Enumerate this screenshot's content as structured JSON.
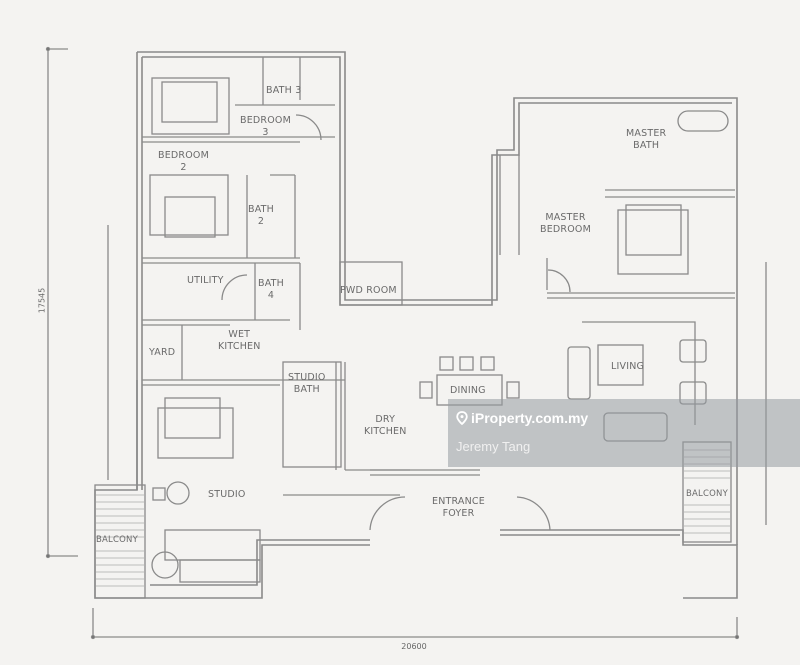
{
  "floorplan": {
    "dimensions": {
      "height_label": "17545",
      "width_label": "20600"
    },
    "rooms": [
      {
        "id": "bath-3",
        "label": "BATH 3"
      },
      {
        "id": "bedroom-3",
        "label": "BEDROOM\n3"
      },
      {
        "id": "bedroom-2",
        "label": "BEDROOM\n2"
      },
      {
        "id": "bath-2",
        "label": "BATH\n2"
      },
      {
        "id": "utility",
        "label": "UTILITY"
      },
      {
        "id": "bath-4",
        "label": "BATH\n4"
      },
      {
        "id": "pwd-room",
        "label": "PWD ROOM"
      },
      {
        "id": "yard",
        "label": "YARD"
      },
      {
        "id": "wet-kitchen",
        "label": "WET\nKITCHEN"
      },
      {
        "id": "studio-bath",
        "label": "STUDIO\nBATH"
      },
      {
        "id": "dry-kitchen",
        "label": "DRY\nKITCHEN"
      },
      {
        "id": "dining",
        "label": "DINING"
      },
      {
        "id": "studio",
        "label": "STUDIO"
      },
      {
        "id": "entrance-foyer",
        "label": "ENTRANCE\nFOYER"
      },
      {
        "id": "balcony-left",
        "label": "BALCONY"
      },
      {
        "id": "balcony-right",
        "label": "BALCONY"
      },
      {
        "id": "master-bath",
        "label": "MASTER\nBATH"
      },
      {
        "id": "master-bedroom",
        "label": "MASTER\nBEDROOM"
      },
      {
        "id": "living",
        "label": "LIVING"
      }
    ]
  },
  "watermark": {
    "brand": "iProperty.com.my",
    "agent": "Jeremy Tang",
    "icon": "location-pin-icon"
  },
  "colors": {
    "background": "#f4f3f1",
    "line": "#8a8a8a",
    "watermark_bg": "#9ba0a5",
    "watermark_text": "#ffffff"
  }
}
